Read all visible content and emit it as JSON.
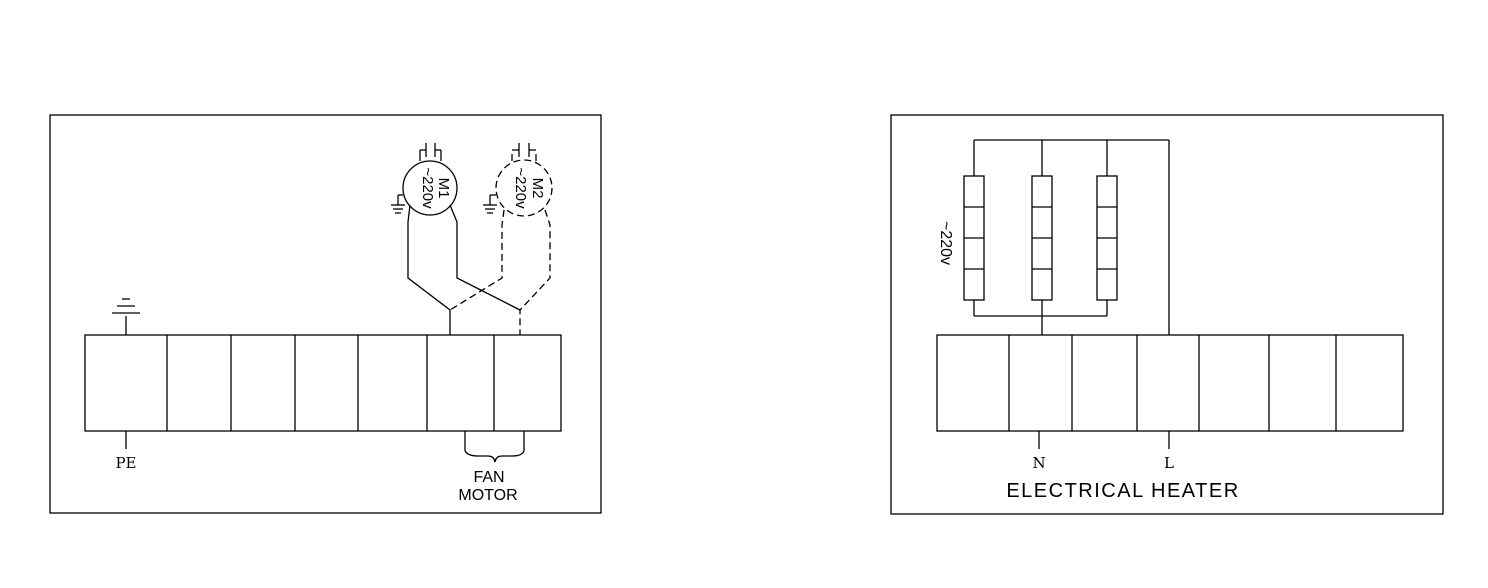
{
  "left_panel": {
    "pe_label": "PE",
    "motor1_name": "M1",
    "motor1_voltage": "~220v",
    "motor2_name": "M2",
    "motor2_voltage": "~220v",
    "fan_label_line1": "FAN",
    "fan_label_line2": "MOTOR"
  },
  "right_panel": {
    "heater_voltage": "~220v",
    "n_label": "N",
    "l_label": "L",
    "title": "ELECTRICAL HEATER"
  }
}
